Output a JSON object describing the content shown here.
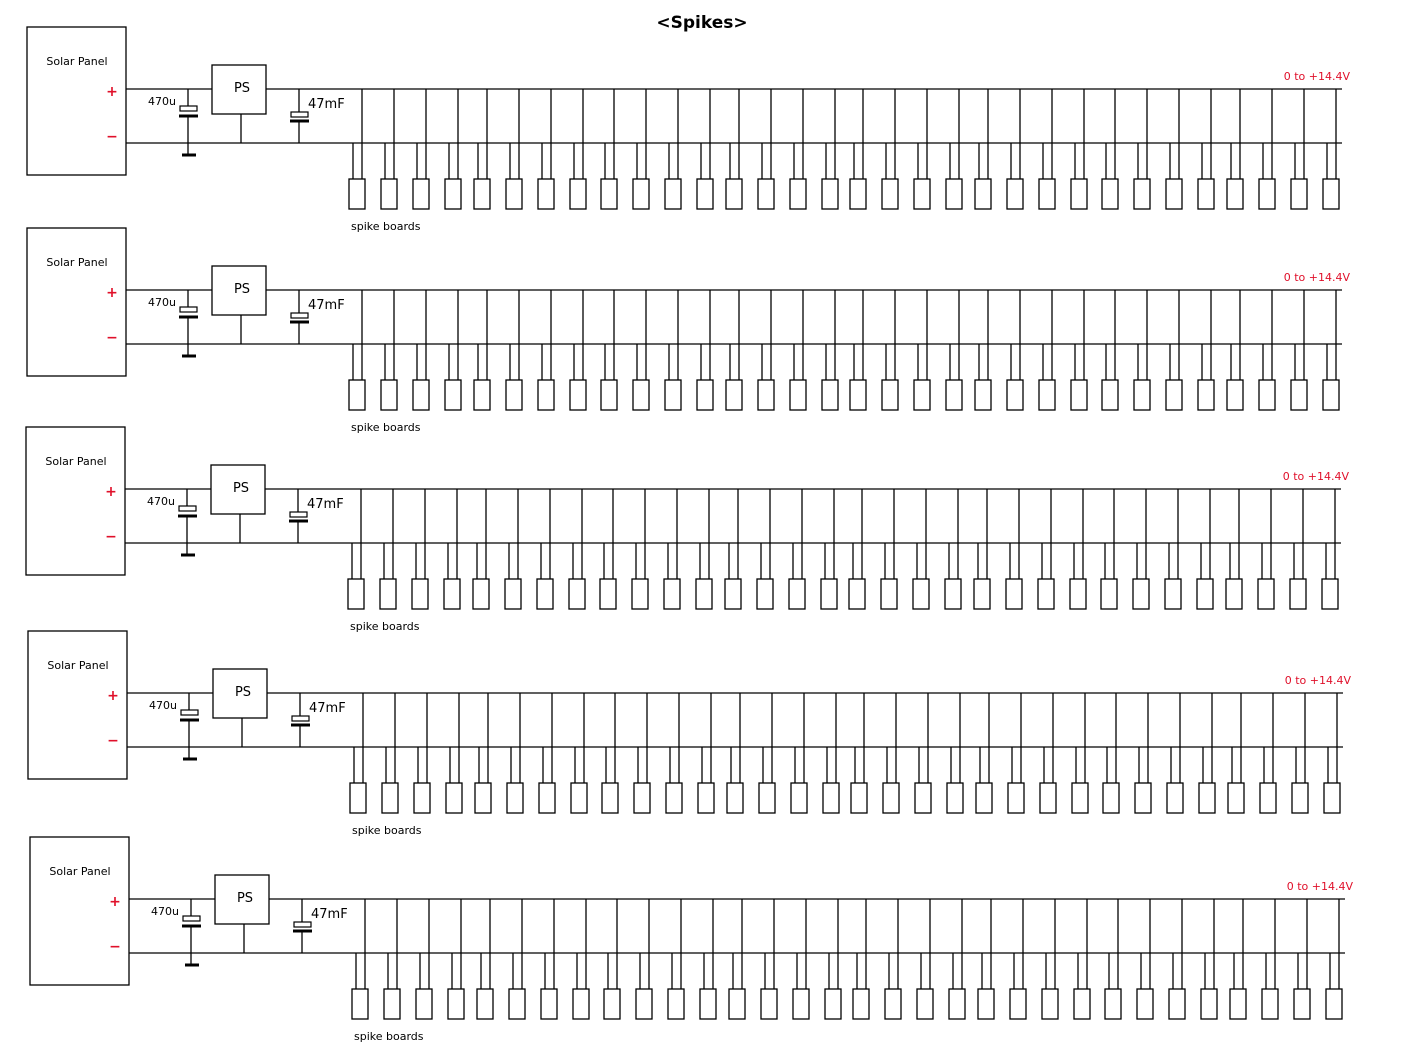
{
  "title": "<Spikes>",
  "colors": {
    "line": "#000000",
    "accent": "#e0102a"
  },
  "block_labels": {
    "panel": "Solar Panel",
    "plus": "+",
    "minus": "−",
    "cap_in": "470u",
    "ps": "PS",
    "cap_out": "47mF",
    "voltage": "0 to +14.4V",
    "boards": "spike boards"
  },
  "blocks": [
    {
      "id": 1,
      "board_count": 32
    },
    {
      "id": 2,
      "board_count": 32
    },
    {
      "id": 3,
      "board_count": 32
    },
    {
      "id": 4,
      "board_count": 32
    },
    {
      "id": 5,
      "board_count": 32
    }
  ]
}
